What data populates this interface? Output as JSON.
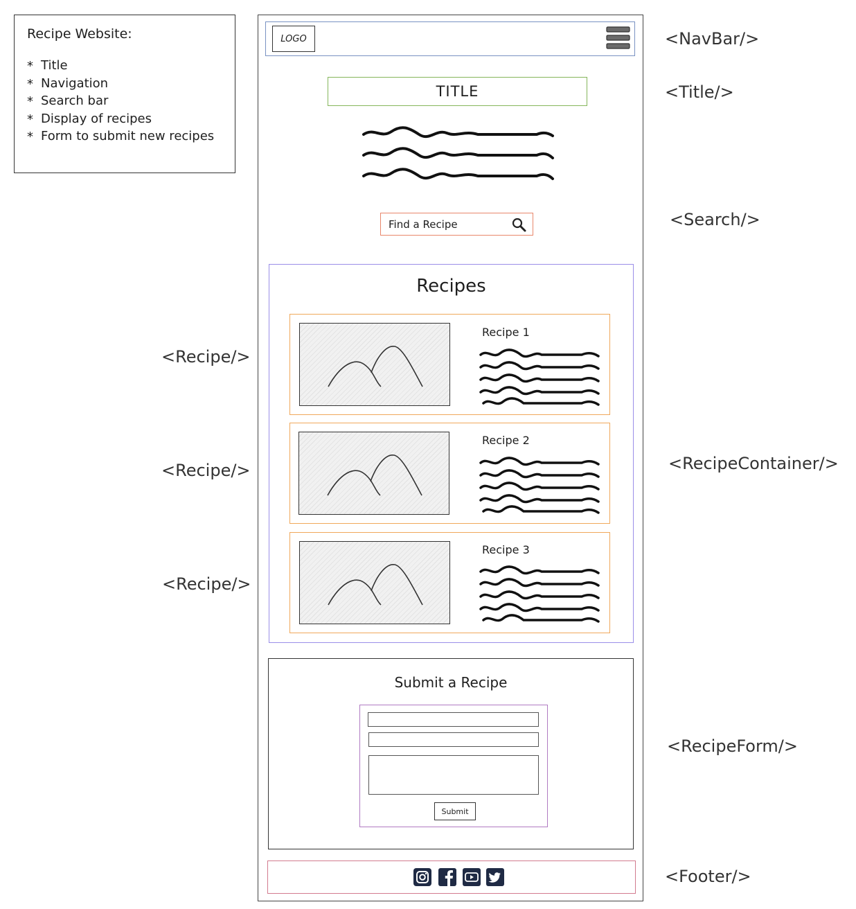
{
  "notes": {
    "title": "Recipe Website:",
    "items": [
      "Title",
      "Navigation",
      "Search bar",
      "Display of recipes",
      "Form to submit new recipes"
    ]
  },
  "navbar": {
    "logo": "LOGO"
  },
  "title_box": {
    "text": "TITLE"
  },
  "search": {
    "placeholder": "Find a Recipe"
  },
  "recipes_heading": "Recipes",
  "recipes": [
    {
      "name": "Recipe 1"
    },
    {
      "name": "Recipe 2"
    },
    {
      "name": "Recipe 3"
    }
  ],
  "form": {
    "heading": "Submit a Recipe",
    "submit_label": "Submit"
  },
  "footer": {
    "icons": [
      "instagram-icon",
      "facebook-icon",
      "youtube-icon",
      "twitter-icon"
    ]
  },
  "component_labels": {
    "navbar": "<NavBar/>",
    "title": "<Title/>",
    "search": "<Search/>",
    "recipe": "<Recipe/>",
    "recipe_container": "<RecipeContainer/>",
    "recipe_form": "<RecipeForm/>",
    "footer": "<Footer/>"
  },
  "colors": {
    "navbar_border": "#7891c2",
    "title_border": "#84b55a",
    "search_border": "#e8866a",
    "container_border": "#9a8ee8",
    "recipe_border": "#f0a85a",
    "form_border": "#b07ac2",
    "footer_border": "#d27a8e",
    "social_icon": "#1f2a44"
  }
}
